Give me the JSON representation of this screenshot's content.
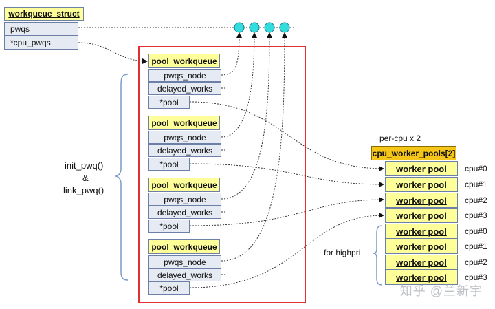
{
  "wq_struct": {
    "title": "workqueue_struct",
    "f1": "pwqs",
    "f2": "*cpu_pwqs"
  },
  "pwq": {
    "title": "pool_workqueue",
    "f1": "pwqs_node",
    "f2": "delayed_works",
    "f3": "*pool"
  },
  "left_label": {
    "l1": "init_pwq()",
    "l2": "&",
    "l3": "link_pwq()"
  },
  "percpu_label": "per-cpu x 2",
  "cpu_pools": {
    "title": "cpu_worker_pools[2]",
    "item": "worker pool",
    "cpus": [
      "cpu#0",
      "cpu#1",
      "cpu#2",
      "cpu#3",
      "cpu#0",
      "cpu#1",
      "cpu#2",
      "cpu#3"
    ]
  },
  "highpri_label": "for highpri",
  "watermark": "知乎 @兰新宇",
  "colors": {
    "node_fill": "#33dddd",
    "struct_header": "#ffff99",
    "pool_header": "#f5c518",
    "frame": "#e03030"
  }
}
